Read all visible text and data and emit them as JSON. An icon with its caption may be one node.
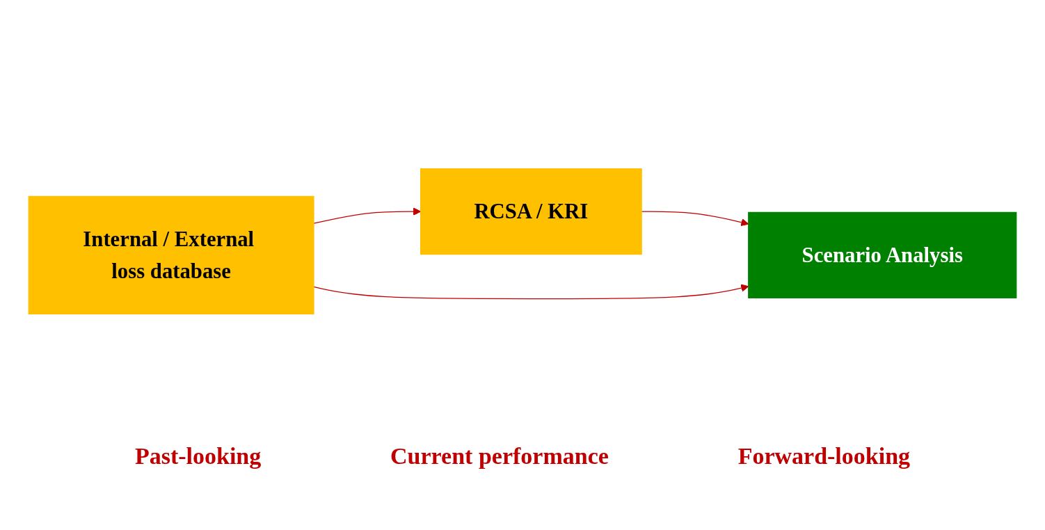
{
  "diagram": {
    "nodes": [
      {
        "text": [
          "Internal / External loss database"
        ]
      },
      {
        "text": [
          "RCSA / KRI"
        ]
      },
      {
        "text": [
          "Scenario Analysis"
        ]
      }
    ],
    "edges": [
      {
        "from": 0,
        "to": 1,
        "arrow": "to"
      },
      {
        "from": 1,
        "to": 2,
        "arrow": "to"
      },
      {
        "from": 0,
        "to": 2,
        "arrow": "to"
      }
    ],
    "labels": [
      "Past-looking",
      "Current performance",
      "Forward-looking"
    ]
  }
}
